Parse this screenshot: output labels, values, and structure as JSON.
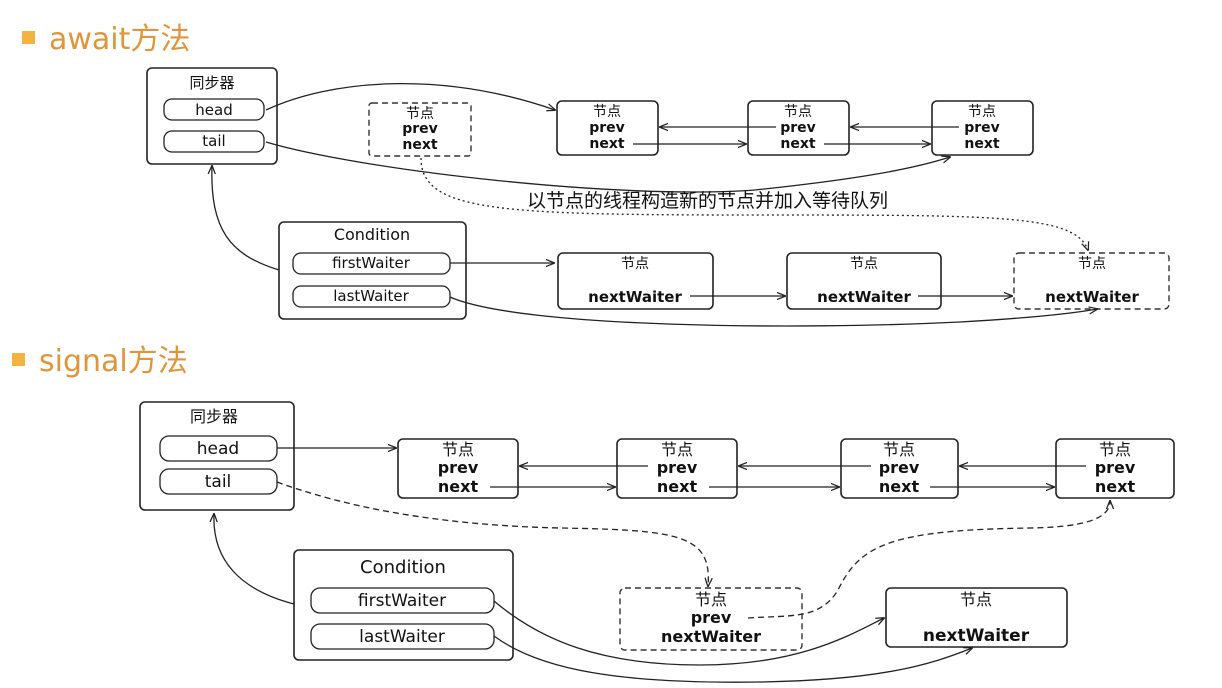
{
  "await_section": {
    "title": "await方法",
    "sync": {
      "label": "同步器",
      "head": "head",
      "tail": "tail"
    },
    "new_node": {
      "label": "节点",
      "prev": "prev",
      "next": "next"
    },
    "nodes": [
      {
        "label": "节点",
        "prev": "prev",
        "next": "next"
      },
      {
        "label": "节点",
        "prev": "prev",
        "next": "next"
      },
      {
        "label": "节点",
        "prev": "prev",
        "next": "next"
      }
    ],
    "annotation": "以节点的线程构造新的节点并加入等待队列",
    "condition": {
      "label": "Condition",
      "first": "firstWaiter",
      "last": "lastWaiter"
    },
    "waiters": [
      {
        "label": "节点",
        "next": "nextWaiter"
      },
      {
        "label": "节点",
        "next": "nextWaiter"
      },
      {
        "label": "节点",
        "next": "nextWaiter"
      }
    ]
  },
  "signal_section": {
    "title": "signal方法",
    "sync": {
      "label": "同步器",
      "head": "head",
      "tail": "tail"
    },
    "nodes": [
      {
        "label": "节点",
        "prev": "prev",
        "next": "next"
      },
      {
        "label": "节点",
        "prev": "prev",
        "next": "next"
      },
      {
        "label": "节点",
        "prev": "prev",
        "next": "next"
      },
      {
        "label": "节点",
        "prev": "prev",
        "next": "next"
      }
    ],
    "condition": {
      "label": "Condition",
      "first": "firstWaiter",
      "last": "lastWaiter"
    },
    "moving_node": {
      "label": "节点",
      "prev": "prev",
      "next": "nextWaiter"
    },
    "waiter_node": {
      "label": "节点",
      "next": "nextWaiter"
    }
  }
}
